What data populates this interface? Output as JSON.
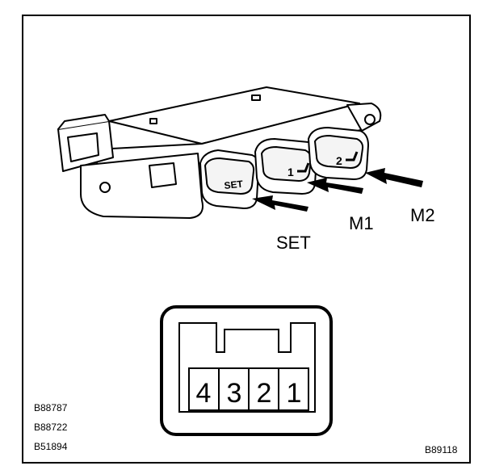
{
  "buttons": {
    "set_face": "SET",
    "m1_face": "1",
    "m2_face": "2"
  },
  "callouts": {
    "set": "SET",
    "m1": "M1",
    "m2": "M2"
  },
  "connector": {
    "pins": [
      "4",
      "3",
      "2",
      "1"
    ]
  },
  "reference_codes": [
    "B88787",
    "B88722",
    "B51894"
  ],
  "figure_code": "B89118"
}
